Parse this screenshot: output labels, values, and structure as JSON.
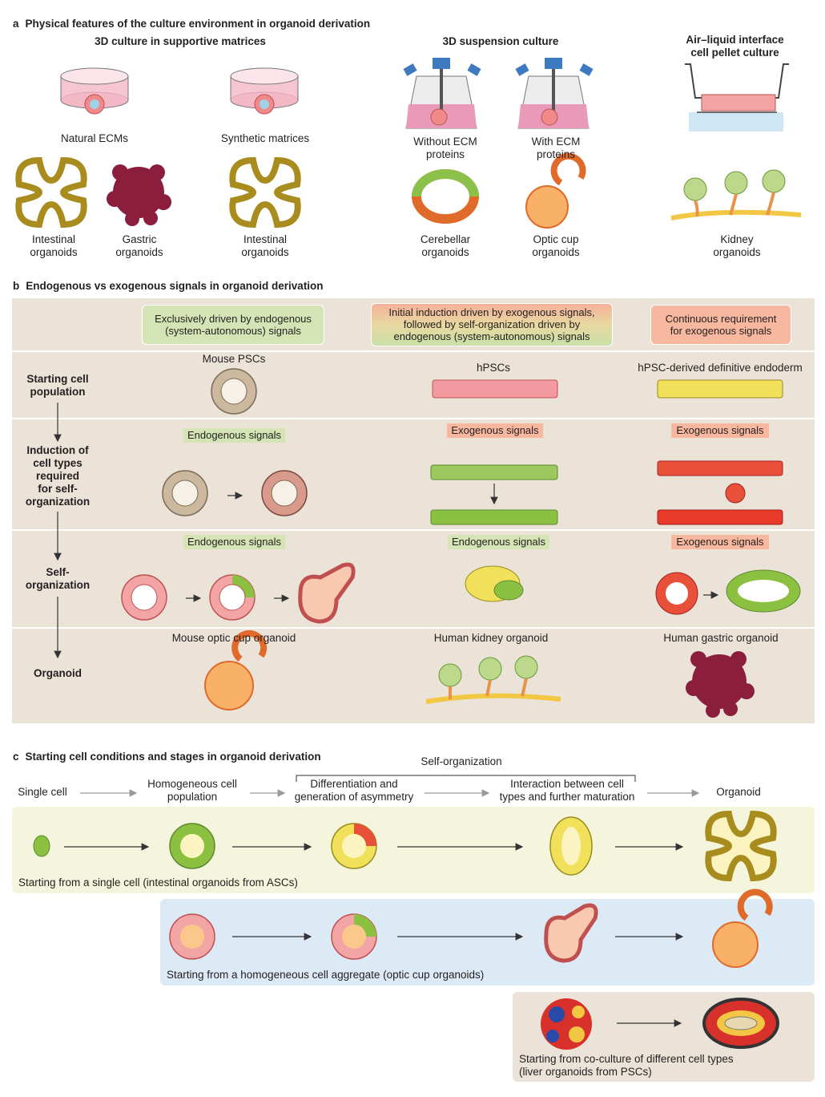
{
  "panel_a": {
    "title_letter": "a",
    "title": "Physical features of the culture environment in organoid derivation",
    "group_3d_matrix": "3D culture in supportive matrices",
    "group_suspension": "3D suspension culture",
    "group_ali_line1": "Air–liquid interface",
    "group_ali_line2": "cell pellet culture",
    "natural_ecm": "Natural ECMs",
    "synthetic_matrices": "Synthetic matrices",
    "without_ecm_line1": "Without ECM",
    "without_ecm_line2": "proteins",
    "with_ecm_line1": "With ECM",
    "with_ecm_line2": "proteins",
    "intestinal_1_line1": "Intestinal",
    "intestinal_1_line2": "organoids",
    "gastric_line1": "Gastric",
    "gastric_line2": "organoids",
    "intestinal_2_line1": "Intestinal",
    "intestinal_2_line2": "organoids",
    "cerebellar_line1": "Cerebellar",
    "cerebellar_line2": "organoids",
    "optic_line1": "Optic cup",
    "optic_line2": "organoids",
    "kidney_line1": "Kidney",
    "kidney_line2": "organoids"
  },
  "panel_b": {
    "title_letter": "b",
    "title": "Endogenous vs exogenous signals in organoid derivation",
    "header_col1_line1": "Exclusively driven by endogenous",
    "header_col1_line2": "(system-autonomous) signals",
    "header_col2_line1": "Initial induction driven by exogenous signals,",
    "header_col2_line2": "followed by self-organization driven by",
    "header_col2_line3": "endogenous (system-autonomous) signals",
    "header_col3_line1": "Continuous requirement",
    "header_col3_line2": "for exogenous signals",
    "row1_line1": "Starting cell",
    "row1_line2": "population",
    "row2_line1": "Induction of",
    "row2_line2": "cell types",
    "row2_line3": "required",
    "row2_line4": "for self-",
    "row2_line5": "organization",
    "row3_line1": "Self-",
    "row3_line2": "organization",
    "row4": "Organoid",
    "mouse_pscs": "Mouse PSCs",
    "hpscs": "hPSCs",
    "hpsc_endoderm": "hPSC-derived definitive endoderm",
    "endogenous_signals": "Endogenous signals",
    "exogenous_signals": "Exogenous signals",
    "mouse_optic": "Mouse optic cup organoid",
    "human_kidney": "Human kidney organoid",
    "human_gastric": "Human gastric organoid"
  },
  "panel_c": {
    "title_letter": "c",
    "title": "Starting cell conditions and stages in organoid derivation",
    "self_org": "Self-organization",
    "stage1": "Single cell",
    "stage2_line1": "Homogeneous cell",
    "stage2_line2": "population",
    "stage3_line1": "Differentiation and",
    "stage3_line2": "generation of asymmetry",
    "stage4_line1": "Interaction between cell",
    "stage4_line2": "types and further maturation",
    "stage5": "Organoid",
    "band1": "Starting from a single cell (intestinal organoids from ASCs)",
    "band2": "Starting from a homogeneous cell aggregate (optic cup organoids)",
    "band3_line1": "Starting from co-culture of different cell types",
    "band3_line2": "(liver organoids from PSCs)"
  },
  "colors": {
    "panel_b_bg": "#ebe3d8",
    "green_badge": "#d4e4b4",
    "salmon_badge": "#f8b8a0",
    "band_yellow": "#f4f5dc",
    "band_blue": "#dceaf6",
    "band_beige": "#ebe3d8"
  }
}
